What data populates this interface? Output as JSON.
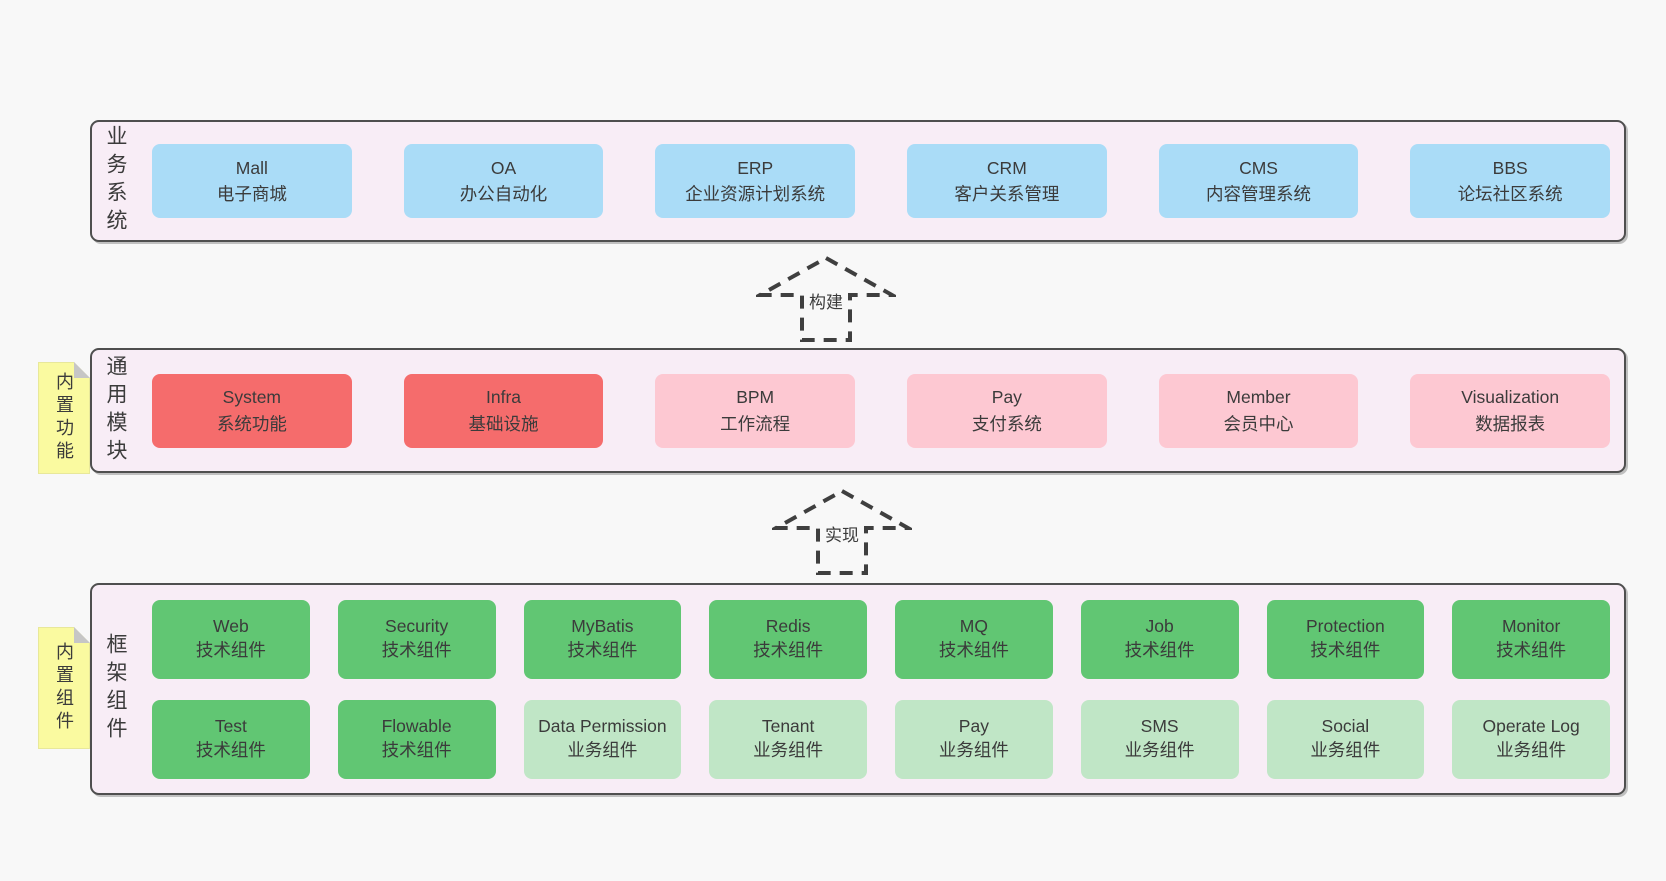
{
  "colors": {
    "pageBg": "#f8f8f8",
    "bandBg": "#f8edf6",
    "bandBorder": "#4f4f4f",
    "blue": "#aadcf7",
    "red": "#f56c6c",
    "pink": "#fdc8d2",
    "green": "#61c673",
    "lightgreen": "#c0e6c6",
    "tabYellow": "#fafaa0",
    "tabFold": "#c6c6c6",
    "text": "#3b3b3b",
    "arrow": "#3f3f3f"
  },
  "layers": [
    {
      "id": "business-systems",
      "label": "业务系统",
      "boxes": [
        {
          "name": "Mall",
          "desc": "电子商城",
          "variant": "blue"
        },
        {
          "name": "OA",
          "desc": "办公自动化",
          "variant": "blue"
        },
        {
          "name": "ERP",
          "desc": "企业资源计划系统",
          "variant": "blue"
        },
        {
          "name": "CRM",
          "desc": "客户关系管理",
          "variant": "blue"
        },
        {
          "name": "CMS",
          "desc": "内容管理系统",
          "variant": "blue"
        },
        {
          "name": "BBS",
          "desc": "论坛社区系统",
          "variant": "blue"
        }
      ]
    },
    {
      "id": "common-modules",
      "label": "通用模块",
      "tab": "内置功能",
      "boxes": [
        {
          "name": "System",
          "desc": "系统功能",
          "variant": "red"
        },
        {
          "name": "Infra",
          "desc": "基础设施",
          "variant": "red"
        },
        {
          "name": "BPM",
          "desc": "工作流程",
          "variant": "pink"
        },
        {
          "name": "Pay",
          "desc": "支付系统",
          "variant": "pink"
        },
        {
          "name": "Member",
          "desc": "会员中心",
          "variant": "pink"
        },
        {
          "name": "Visualization",
          "desc": "数据报表",
          "variant": "pink"
        }
      ]
    },
    {
      "id": "framework-components",
      "label": "框架组件",
      "tab": "内置组件",
      "rows": [
        [
          {
            "name": "Web",
            "desc": "技术组件",
            "variant": "green"
          },
          {
            "name": "Security",
            "desc": "技术组件",
            "variant": "green"
          },
          {
            "name": "MyBatis",
            "desc": "技术组件",
            "variant": "green"
          },
          {
            "name": "Redis",
            "desc": "技术组件",
            "variant": "green"
          },
          {
            "name": "MQ",
            "desc": "技术组件",
            "variant": "green"
          },
          {
            "name": "Job",
            "desc": "技术组件",
            "variant": "green"
          },
          {
            "name": "Protection",
            "desc": "技术组件",
            "variant": "green"
          },
          {
            "name": "Monitor",
            "desc": "技术组件",
            "variant": "green"
          }
        ],
        [
          {
            "name": "Test",
            "desc": "技术组件",
            "variant": "green"
          },
          {
            "name": "Flowable",
            "desc": "技术组件",
            "variant": "green"
          },
          {
            "name": "Data Permission",
            "desc": "业务组件",
            "variant": "lightgreen"
          },
          {
            "name": "Tenant",
            "desc": "业务组件",
            "variant": "lightgreen"
          },
          {
            "name": "Pay",
            "desc": "业务组件",
            "variant": "lightgreen"
          },
          {
            "name": "SMS",
            "desc": "业务组件",
            "variant": "lightgreen"
          },
          {
            "name": "Social",
            "desc": "业务组件",
            "variant": "lightgreen"
          },
          {
            "name": "Operate Log",
            "desc": "业务组件",
            "variant": "lightgreen"
          }
        ]
      ]
    }
  ],
  "arrows": [
    {
      "label": "构建"
    },
    {
      "label": "实现"
    }
  ]
}
